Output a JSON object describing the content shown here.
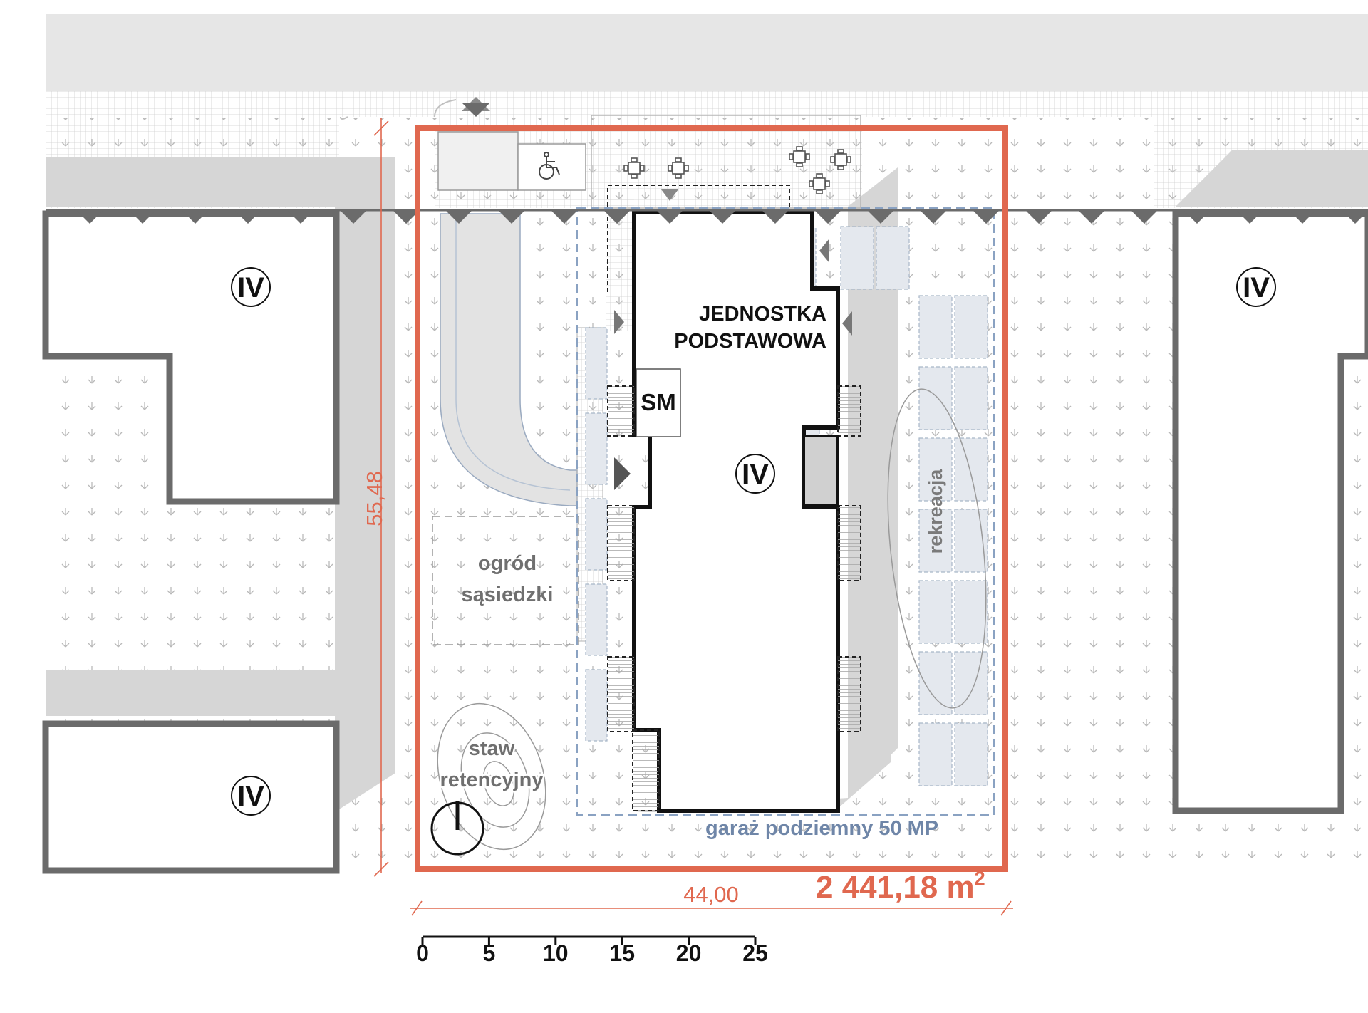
{
  "colors": {
    "boundary": "#e0684f",
    "garage_label": "#6f86a8",
    "street": "#e6e6e6",
    "shadow": "#d4d4d4",
    "building_outline": "#111111",
    "neighbour_outline": "#6b6b6b",
    "parking_fill": "#e4e8ee",
    "grid_line": "#c8c8c8"
  },
  "labels": {
    "main_unit_line1": "JEDNOSTKA",
    "main_unit_line2": "PODSTAWOWA",
    "sm": "SM",
    "storeys_main": "IV",
    "storeys_nw": "IV",
    "storeys_sw": "IV",
    "storeys_east": "IV",
    "recreation": "rekreacja",
    "garden_line1": "ogród",
    "garden_line2": "sąsiedzki",
    "pond_line1": "staw",
    "pond_line2": "retencyjny",
    "garage": "garaż podziemny 50 MP"
  },
  "dimensions": {
    "width": "44,00",
    "height": "55,48",
    "area_value": "2 441,18 m",
    "area_superscript": "2"
  },
  "scale_bar": {
    "ticks": [
      "0",
      "5",
      "10",
      "15",
      "20",
      "25"
    ]
  },
  "icons": [
    "wheelchair-icon",
    "north-arrow-icon",
    "entrance-arrow-icon",
    "table-set-icon",
    "grass-symbol-icon"
  ]
}
